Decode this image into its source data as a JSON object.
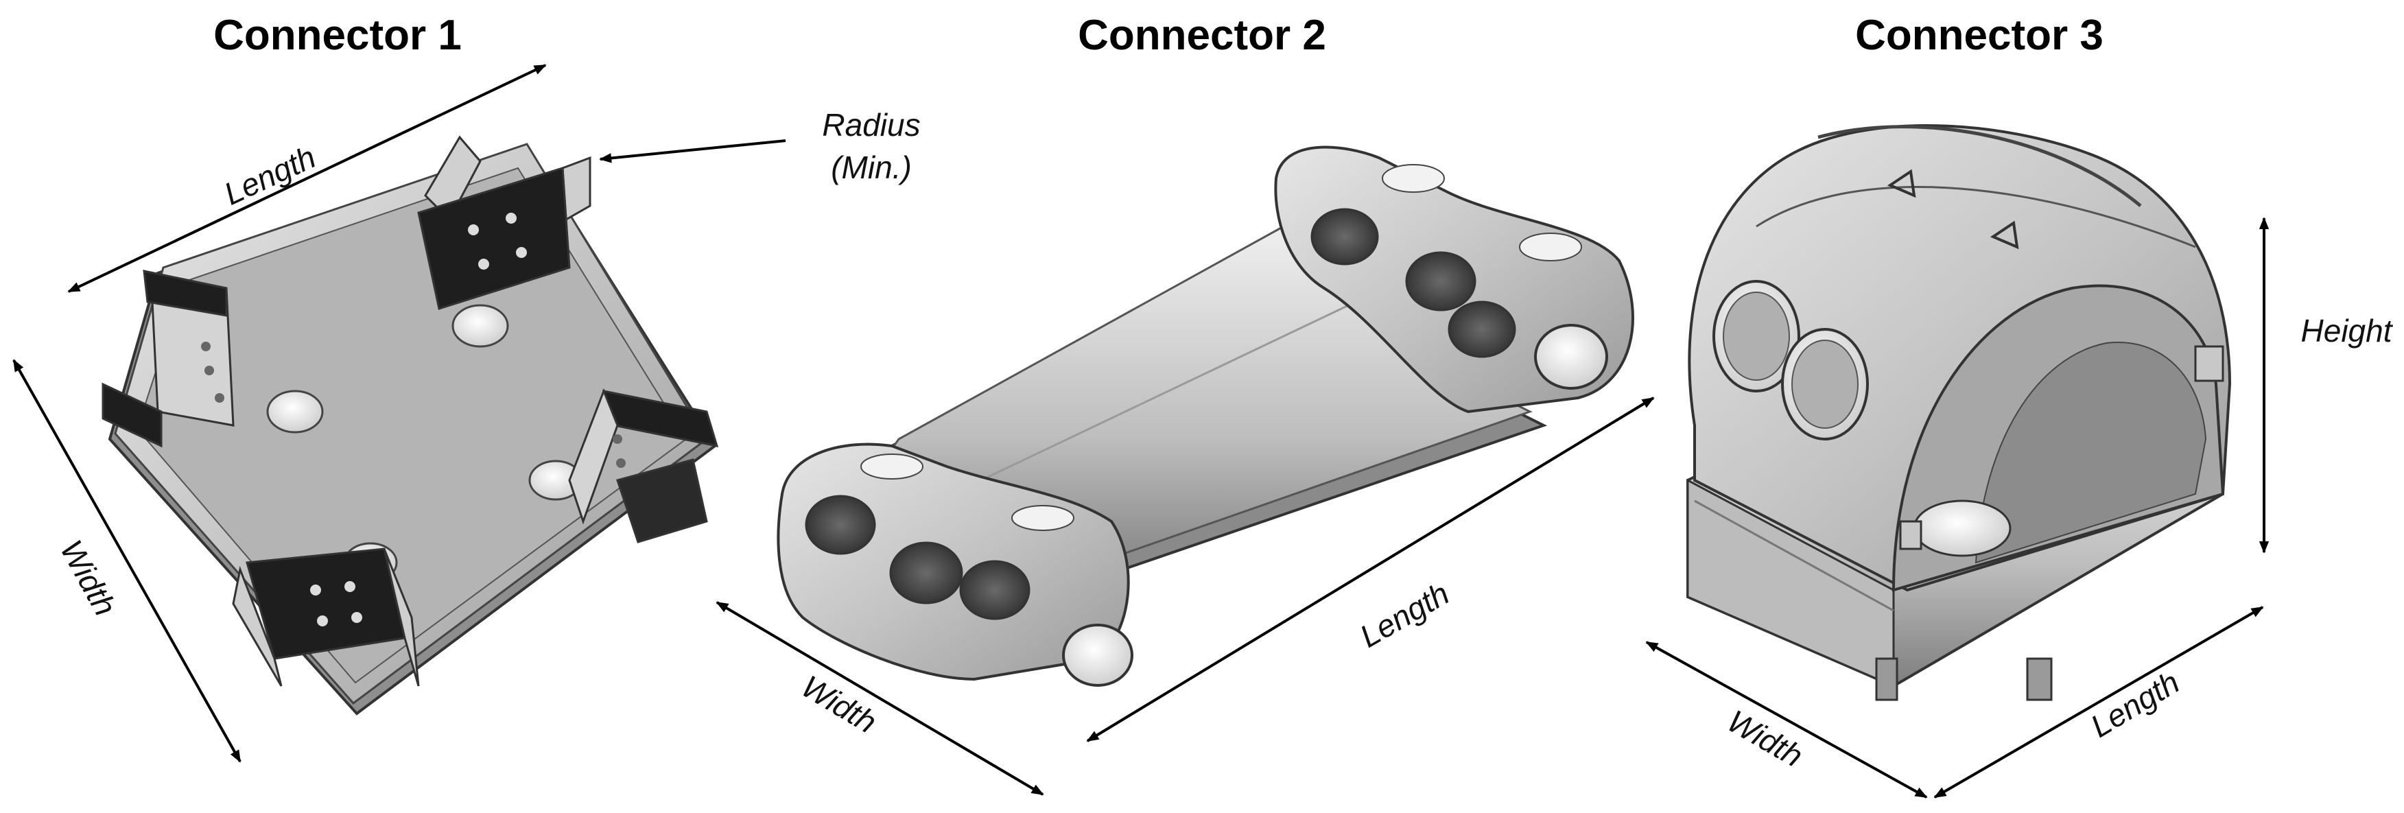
{
  "connectors": [
    {
      "title": "Connector 1",
      "labels": {
        "length": "Length",
        "width": "Width",
        "radius_line1": "Radius",
        "radius_line2": "(Min.)"
      }
    },
    {
      "title": "Connector 2",
      "labels": {
        "length": "Length",
        "width": "Width"
      }
    },
    {
      "title": "Connector 3",
      "labels": {
        "length": "Length",
        "width": "Width",
        "height": "Height"
      }
    }
  ],
  "colors": {
    "metal_light": "#d9d9d9",
    "metal_mid": "#b8b8b8",
    "metal_dark": "#8c8c8c",
    "edge": "#333333",
    "black_pad": "#1e1e1e"
  }
}
